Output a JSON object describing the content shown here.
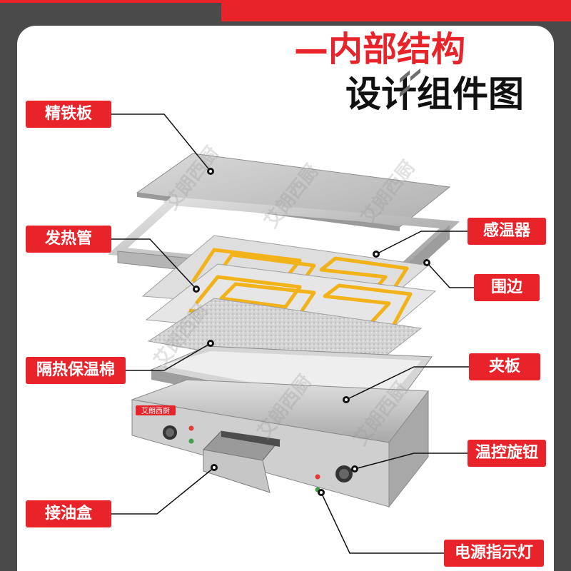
{
  "header": {
    "title_line1": "—内部结构",
    "title_line2": "设计组件图"
  },
  "labels": {
    "iron_plate": "精铁板",
    "heating_tube": "发热管",
    "insulation": "隔热保温棉",
    "oil_box": "接油盒",
    "thermostat_sensor": "感温器",
    "rim": "围边",
    "clamp_plate": "夹板",
    "temp_knob": "温控旋钮",
    "power_light": "电源指示灯"
  },
  "brand": {
    "badge": "艾朗西厨",
    "watermark": "艾朗西厨"
  },
  "colors": {
    "accent": "#e8232a",
    "background": "#4a4a4a"
  }
}
